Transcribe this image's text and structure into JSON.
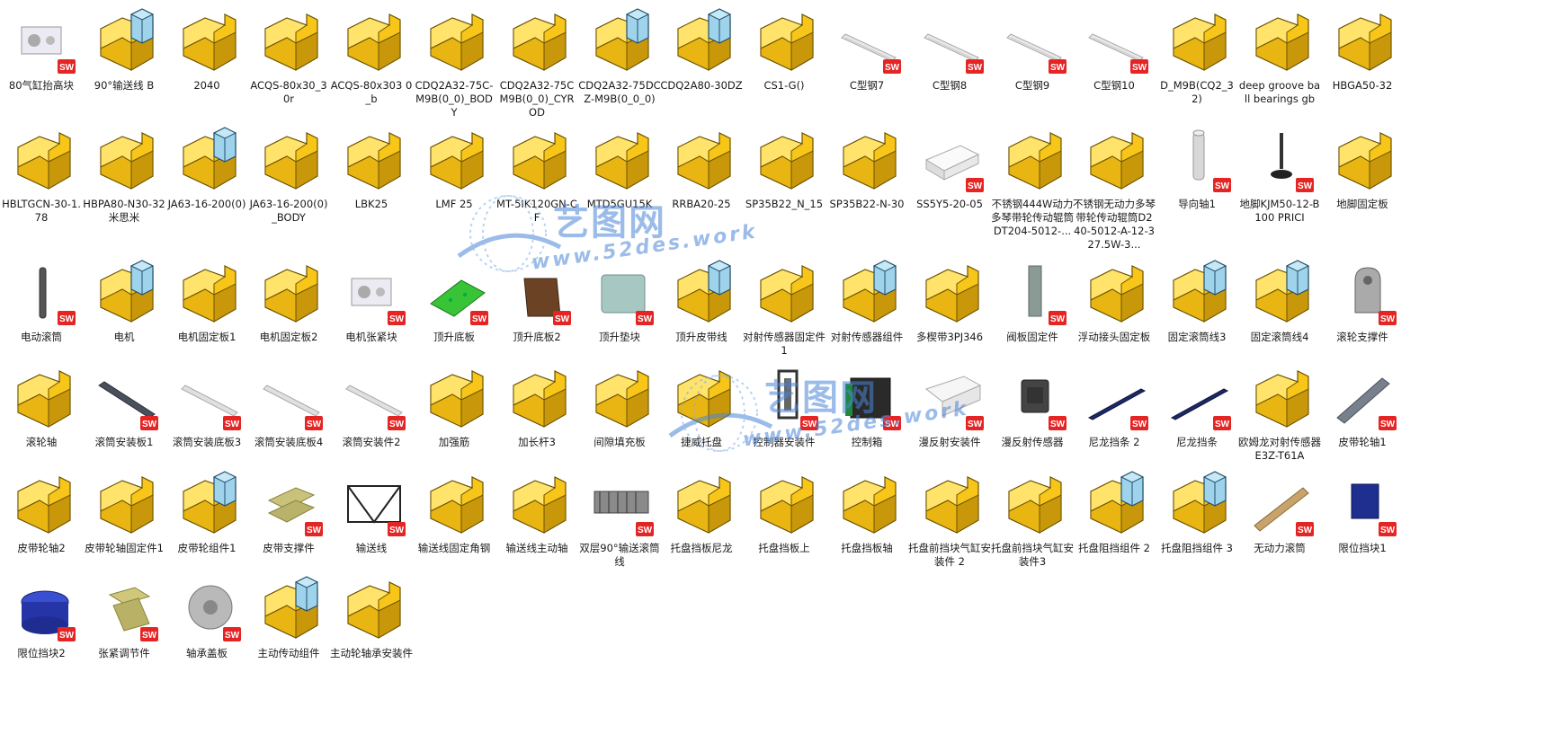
{
  "files": [
    {
      "name": "80气缸抬高块",
      "icon": "block-holes-model-icon",
      "sw": true
    },
    {
      "name": "90°输送线 B",
      "icon": "assembly-icon",
      "sw": false
    },
    {
      "name": "2040",
      "icon": "part-icon",
      "sw": false
    },
    {
      "name": "ACQS-80x30_30r",
      "icon": "part-icon",
      "sw": false
    },
    {
      "name": "ACQS-80x303 0_b",
      "icon": "part-icon",
      "sw": false
    },
    {
      "name": "CDQ2A32-75C-M9B(0_0)_BODY",
      "icon": "part-icon",
      "sw": false
    },
    {
      "name": "CDQ2A32-75CM9B(0_0)_CYROD",
      "icon": "part-icon",
      "sw": false
    },
    {
      "name": "CDQ2A32-75DCZ-M9B(0_0_0)",
      "icon": "assembly-icon",
      "sw": false
    },
    {
      "name": "CDQ2A80-30DZ",
      "icon": "assembly-icon",
      "sw": false
    },
    {
      "name": "CS1-G()",
      "icon": "part-icon",
      "sw": false
    },
    {
      "name": "C型钢7",
      "icon": "c-channel-model-icon",
      "sw": true
    },
    {
      "name": "C型钢8",
      "icon": "c-channel-model-icon",
      "sw": true
    },
    {
      "name": "C型钢9",
      "icon": "c-channel-model-icon",
      "sw": true
    },
    {
      "name": "C型钢10",
      "icon": "c-channel-model-icon",
      "sw": true
    },
    {
      "name": "D_M9B(CQ2_32)",
      "icon": "part-icon",
      "sw": false
    },
    {
      "name": "deep groove ball bearings gb",
      "icon": "part-icon",
      "sw": false
    },
    {
      "name": "HBGA50-32",
      "icon": "part-icon",
      "sw": false
    },
    {
      "name": "HBLTGCN-30-1.78",
      "icon": "part-icon",
      "sw": false
    },
    {
      "name": "HBPA80-N30-32米思米",
      "icon": "part-icon",
      "sw": false
    },
    {
      "name": "JA63-16-200(0)",
      "icon": "assembly-icon",
      "sw": false
    },
    {
      "name": "JA63-16-200(0)_BODY",
      "icon": "part-icon",
      "sw": false
    },
    {
      "name": "LBK25",
      "icon": "part-icon",
      "sw": false
    },
    {
      "name": "LMF 25",
      "icon": "part-icon",
      "sw": false
    },
    {
      "name": "MT-5IK120GN-CF",
      "icon": "part-icon",
      "sw": false
    },
    {
      "name": "MTD5GU15K",
      "icon": "part-icon",
      "sw": false
    },
    {
      "name": "RRBA20-25",
      "icon": "part-icon",
      "sw": false
    },
    {
      "name": "SP35B22_N_15",
      "icon": "part-icon",
      "sw": false
    },
    {
      "name": "SP35B22-N-30",
      "icon": "part-icon",
      "sw": false
    },
    {
      "name": "SS5Y5-20-05",
      "icon": "manifold-model-icon",
      "sw": true
    },
    {
      "name": "不锈钢444W动力多琴带轮传动辊筒DT204-5012-...",
      "icon": "part-icon",
      "sw": false
    },
    {
      "name": "不锈钢无动力多琴带轮传动辊筒D240-5012-A-12-327.5W-3...",
      "icon": "part-icon",
      "sw": false
    },
    {
      "name": "导向轴1",
      "icon": "shaft-model-icon",
      "sw": true
    },
    {
      "name": "地脚KJM50-12-B100 PRICI",
      "icon": "foot-model-icon",
      "sw": true
    },
    {
      "name": "地脚固定板",
      "icon": "part-icon",
      "sw": false
    },
    {
      "name": "电动滚筒",
      "icon": "roller-model-icon",
      "sw": true
    },
    {
      "name": "电机",
      "icon": "assembly-icon",
      "sw": false
    },
    {
      "name": "电机固定板1",
      "icon": "part-icon",
      "sw": false
    },
    {
      "name": "电机固定板2",
      "icon": "part-icon",
      "sw": false
    },
    {
      "name": "电机张紧块",
      "icon": "block-holes-model-icon",
      "sw": true
    },
    {
      "name": "顶升底板",
      "icon": "green-plate-model-icon",
      "sw": true
    },
    {
      "name": "顶升底板2",
      "icon": "brown-plate-model-icon",
      "sw": true
    },
    {
      "name": "顶升垫块",
      "icon": "teal-block-model-icon",
      "sw": true
    },
    {
      "name": "顶升皮带线",
      "icon": "assembly-icon",
      "sw": false
    },
    {
      "name": "对射传感器固定件1",
      "icon": "part-icon",
      "sw": false
    },
    {
      "name": "对射传感器组件",
      "icon": "assembly-icon",
      "sw": false
    },
    {
      "name": "多楔带3PJ346",
      "icon": "part-icon",
      "sw": false
    },
    {
      "name": "阀板固定件",
      "icon": "gray-plate-model-icon",
      "sw": true
    },
    {
      "name": "浮动接头固定板",
      "icon": "part-icon",
      "sw": false
    },
    {
      "name": "固定滚筒线3",
      "icon": "assembly-icon",
      "sw": false
    },
    {
      "name": "固定滚筒线4",
      "icon": "assembly-icon",
      "sw": false
    },
    {
      "name": "滚轮支撑件",
      "icon": "bracket-model-icon",
      "sw": true
    },
    {
      "name": "滚轮轴",
      "icon": "part-icon",
      "sw": false
    },
    {
      "name": "滚筒安装板1",
      "icon": "dark-bar-model-icon",
      "sw": true
    },
    {
      "name": "滚筒安装底板3",
      "icon": "bar-model-icon",
      "sw": true
    },
    {
      "name": "滚筒安装底板4",
      "icon": "bar-model-icon",
      "sw": true
    },
    {
      "name": "滚筒安装件2",
      "icon": "bar-model-icon",
      "sw": true
    },
    {
      "name": "加强筋",
      "icon": "part-icon",
      "sw": false
    },
    {
      "name": "加长杆3",
      "icon": "part-icon",
      "sw": false
    },
    {
      "name": "间隙填充板",
      "icon": "part-icon",
      "sw": false
    },
    {
      "name": "捷威托盘",
      "icon": "part-icon",
      "sw": false
    },
    {
      "name": "控制器安装件",
      "icon": "frame-model-icon",
      "sw": true
    },
    {
      "name": "控制箱",
      "icon": "control-box-model-icon",
      "sw": true
    },
    {
      "name": "漫反射安装件",
      "icon": "bracket-white-model-icon",
      "sw": true
    },
    {
      "name": "漫反射传感器",
      "icon": "sensor-model-icon",
      "sw": true
    },
    {
      "name": "尼龙挡条 2",
      "icon": "navy-strip-model-icon",
      "sw": true
    },
    {
      "name": "尼龙挡条",
      "icon": "navy-strip-model-icon",
      "sw": true
    },
    {
      "name": "欧姆龙对射传感器E3Z-T61A",
      "icon": "part-icon",
      "sw": false
    },
    {
      "name": "皮带轮轴1",
      "icon": "pulley-shaft-model-icon",
      "sw": true
    },
    {
      "name": "皮带轮轴2",
      "icon": "part-icon",
      "sw": false
    },
    {
      "name": "皮带轮轴固定件1",
      "icon": "part-icon",
      "sw": false
    },
    {
      "name": "皮带轮组件1",
      "icon": "assembly-icon",
      "sw": false
    },
    {
      "name": "皮带支撑件",
      "icon": "olive-bracket-model-icon",
      "sw": true
    },
    {
      "name": "输送线",
      "icon": "truss-model-icon",
      "sw": true
    },
    {
      "name": "输送线固定角钢",
      "icon": "part-icon",
      "sw": false
    },
    {
      "name": "输送线主动轴",
      "icon": "part-icon",
      "sw": false
    },
    {
      "name": "双层90°输送滚筒线",
      "icon": "conveyor-model-icon",
      "sw": true
    },
    {
      "name": "托盘挡板尼龙",
      "icon": "part-icon",
      "sw": false
    },
    {
      "name": "托盘挡板上",
      "icon": "part-icon",
      "sw": false
    },
    {
      "name": "托盘挡板轴",
      "icon": "part-icon",
      "sw": false
    },
    {
      "name": "托盘前挡块气缸安装件 2",
      "icon": "part-icon",
      "sw": false
    },
    {
      "name": "托盘前挡块气缸安装件3",
      "icon": "part-icon",
      "sw": false
    },
    {
      "name": "托盘阻挡组件 2",
      "icon": "assembly-icon",
      "sw": false
    },
    {
      "name": "托盘阻挡组件 3",
      "icon": "assembly-icon",
      "sw": false
    },
    {
      "name": "无动力滚筒",
      "icon": "wood-roller-model-icon",
      "sw": true
    },
    {
      "name": "限位挡块1",
      "icon": "blue-block-model-icon",
      "sw": true
    },
    {
      "name": "限位挡块2",
      "icon": "blue-cylinder-model-icon",
      "sw": true
    },
    {
      "name": "张紧调节件",
      "icon": "olive-clamp-model-icon",
      "sw": true
    },
    {
      "name": "轴承盖板",
      "icon": "disc-model-icon",
      "sw": true
    },
    {
      "name": "主动传动组件",
      "icon": "assembly-icon",
      "sw": false
    },
    {
      "name": "主动轮轴承安装件",
      "icon": "part-icon",
      "sw": false
    }
  ],
  "watermarks": [
    {
      "title": "艺图网",
      "url": "www.52des.work"
    },
    {
      "title": "艺图网",
      "url": "www.52des.work"
    }
  ],
  "colors": {
    "part": "#f7c619",
    "part_dark": "#c9980a",
    "assembly_face": "#9fd3ec",
    "sw_badge": "#e52424",
    "watermark": "#4a86d8"
  }
}
